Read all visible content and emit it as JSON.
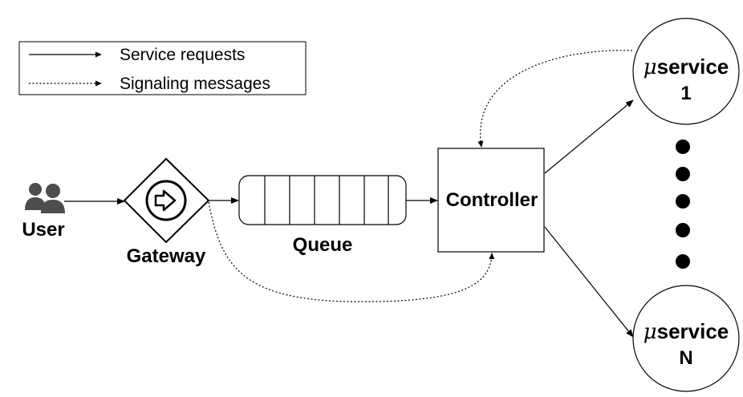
{
  "legend": {
    "service_requests": "Service requests",
    "signaling_messages": "Signaling messages"
  },
  "nodes": {
    "user": "User",
    "gateway": "Gateway",
    "queue": "Queue",
    "controller": "Controller",
    "service_prefix": "μ",
    "service_name": "service",
    "service_first_index": "1",
    "service_last_index": "N"
  },
  "icons": {
    "user": "users-icon",
    "gateway": "right-arrow-icon"
  },
  "colors": {
    "stroke": "#000000",
    "user_icon": "#4d4d4d"
  }
}
